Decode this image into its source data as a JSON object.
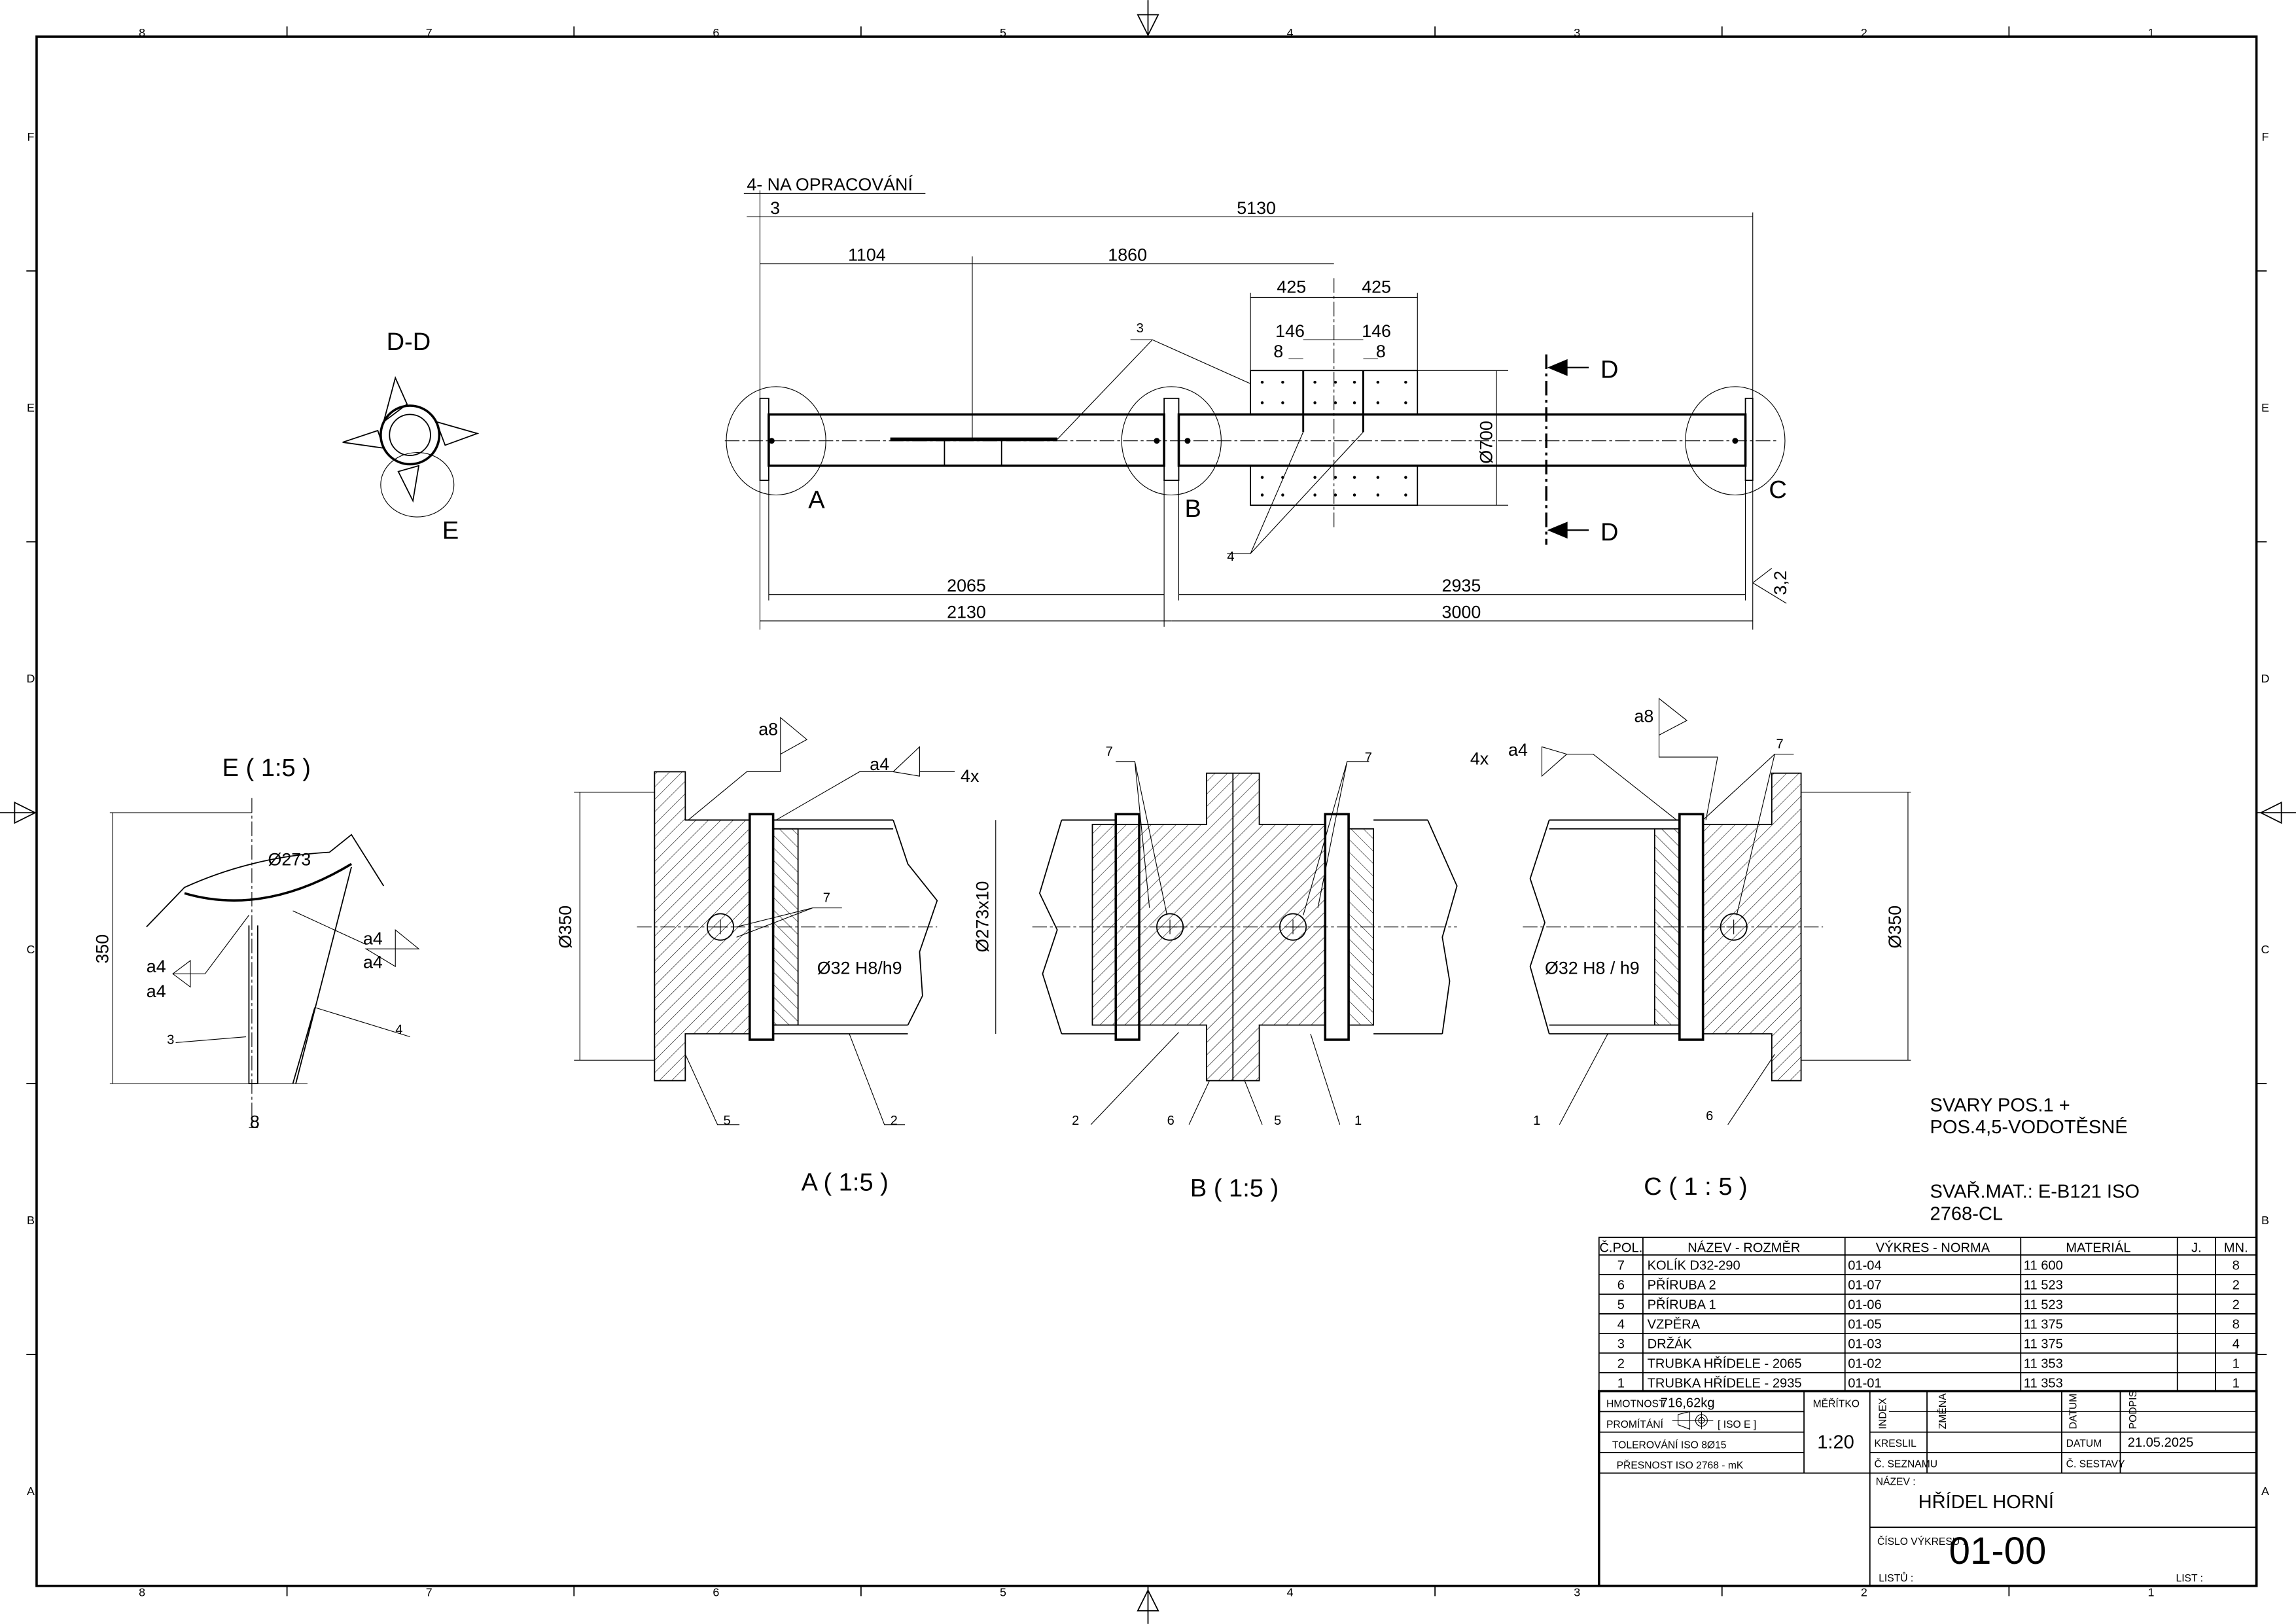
{
  "frame": {
    "columns": [
      "8",
      "7",
      "6",
      "5",
      "4",
      "3",
      "2",
      "1"
    ],
    "rows": [
      "F",
      "E",
      "D",
      "C",
      "B",
      "A"
    ]
  },
  "main_view": {
    "note": "4- NA OPRACOVÁNÍ",
    "dims": {
      "d3": "3",
      "d5130": "5130",
      "d1104": "1104",
      "d1860": "1860",
      "d425a": "425",
      "d425b": "425",
      "d146a": "146",
      "d146b": "146",
      "d8a": "8",
      "d8b": "8",
      "d700": "Ø700",
      "d2065": "2065",
      "d2935": "2935",
      "d2130": "2130",
      "d3000": "3000",
      "rough": "3,2"
    },
    "labels": {
      "a": "A",
      "b": "B",
      "c": "C",
      "d1": "D",
      "d2": "D",
      "pos3": "3",
      "pos4": "4"
    }
  },
  "section_dd": {
    "title": "D-D",
    "detail": "E"
  },
  "detail_e": {
    "title": "E ( 1:5 )",
    "d273": "Ø273",
    "d350": "350",
    "d8": "8",
    "weld_a4_1": "a4",
    "weld_a4_2": "a4",
    "weld_a4_3": "a4",
    "weld_a4_4": "a4",
    "pos3": "3",
    "pos4": "4"
  },
  "detail_a": {
    "title": "A ( 1:5 )",
    "weld_a8": "a8",
    "weld_a4": "a4",
    "count": "4x",
    "d350": "Ø350",
    "d273": "Ø273x10",
    "d32": "Ø32 H8/h9",
    "pos7": "7",
    "pos5": "5",
    "pos2": "2"
  },
  "detail_b": {
    "title": "B ( 1:5 )",
    "pos7a": "7",
    "pos7b": "7",
    "pos2": "2",
    "pos6": "6",
    "pos5": "5",
    "pos1": "1"
  },
  "detail_c": {
    "title": "C ( 1 : 5 )",
    "weld_a8": "a8",
    "weld_a4": "a4",
    "count": "4x",
    "d350": "Ø350",
    "d32": "Ø32 H8 / h9",
    "pos7": "7",
    "pos1": "1",
    "pos6": "6"
  },
  "notes": {
    "weld_line1": "SVARY POS.1 +",
    "weld_line2": "POS.4,5-VODOTĚSNÉ",
    "mat_line1": "SVAŘ.MAT.: E-B121   ISO",
    "mat_line2": "2768-CL"
  },
  "parts_list": {
    "headers": [
      "Č.POL.",
      "NÁZEV - ROZMĚR",
      "VÝKRES - NORMA",
      "MATERIÁL",
      "J.",
      "MN."
    ],
    "rows": [
      [
        "7",
        "KOLÍK D32-290",
        "01-04",
        "11 600",
        "",
        "8"
      ],
      [
        "6",
        "PŘÍRUBA 2",
        "01-07",
        "11 523",
        "",
        "2"
      ],
      [
        "5",
        "PŘÍRUBA 1",
        "01-06",
        "11 523",
        "",
        "2"
      ],
      [
        "4",
        "VZPĚRA",
        "01-05",
        "11 375",
        "",
        "8"
      ],
      [
        "3",
        "DRŽÁK",
        "01-03",
        "11 375",
        "",
        "4"
      ],
      [
        "2",
        "TRUBKA HŘÍDELE - 2065",
        "01-02",
        "11 353",
        "",
        "1"
      ],
      [
        "1",
        "TRUBKA HŘÍDELE - 2935",
        "01-01",
        "11 353",
        "",
        "1"
      ]
    ]
  },
  "title_block": {
    "mass_label": "HMOTNOST",
    "mass": "716,62kg",
    "projection_label": "PROMÍTÁNÍ",
    "projection": "[ ISO E ]",
    "tolerance": "TOLEROVÁNÍ  ISO  8Ø15",
    "accuracy": "PŘESNOST ISO 2768 - mK",
    "scale_label": "MĚŘÍTKO",
    "scale": "1:20",
    "index": "INDEX",
    "change": "ZMĚNA",
    "date_v": "DATUM",
    "sign": "PODPIS",
    "drawn": "KRESLIL",
    "date_label": "DATUM",
    "date": "21.05.2025",
    "list_no": "Č. SEZNAMU",
    "assembly_no": "Č. SESTAVY",
    "name_label": "NÁZEV :",
    "name": "HŘÍDEL HORNÍ",
    "drawing_no_label": "ČÍSLO VÝKRESU :",
    "drawing_no": "01-00",
    "sheets_label": "LISTŮ :",
    "sheet_label": "LIST :"
  }
}
